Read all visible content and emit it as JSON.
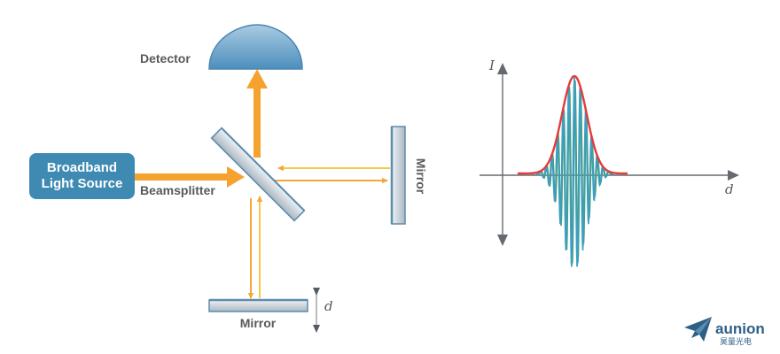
{
  "labels": {
    "detector": "Detector",
    "source_line1": "Broadband",
    "source_line2": "Light Source",
    "beamsplitter": "Beamsplitter",
    "mirror_right": "Mirror",
    "mirror_bottom": "Mirror",
    "displacement": "d"
  },
  "plot": {
    "y_axis_label": "I",
    "x_axis_label": "d"
  },
  "logo": {
    "name": "aunion",
    "subtitle": "昊量光电"
  },
  "colors": {
    "source_box": "#3f8ab3",
    "beam_orange": "#f5a32e",
    "beam_yellow": "#f8c84a",
    "mirror_fill": "#c9d2da",
    "mirror_edge": "#5e8cab",
    "envelope": "#e33b3b",
    "signal": "#3aa0c8",
    "axis": "#666a70",
    "logo": "#2e5f86"
  }
}
